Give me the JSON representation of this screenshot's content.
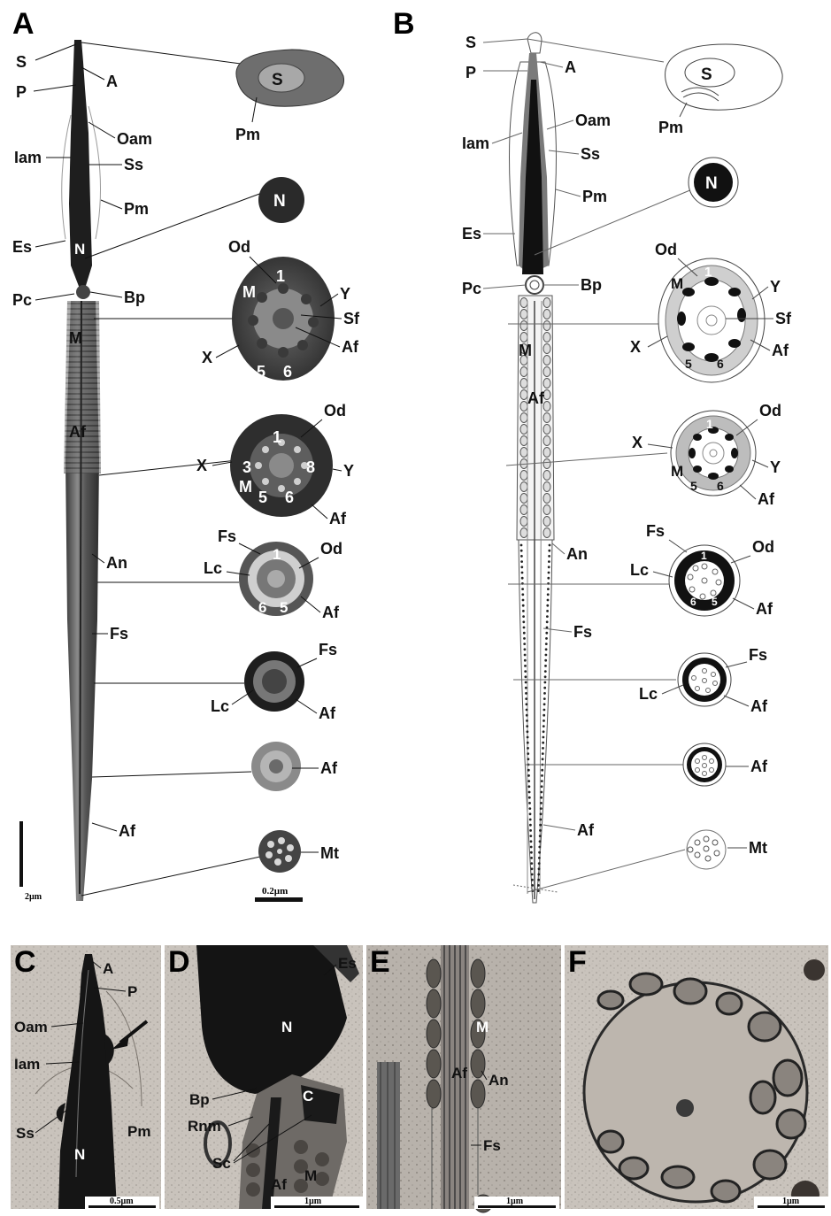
{
  "panels": {
    "A": "A",
    "B": "B",
    "C": "C",
    "D": "D",
    "E": "E",
    "F": "F"
  },
  "panel_a": {
    "labels": {
      "S": "S",
      "A": "A",
      "P": "P",
      "Oam": "Oam",
      "Iam": "Iam",
      "Ss": "Ss",
      "Pm": "Pm",
      "Es": "Es",
      "N": "N",
      "Pc": "Pc",
      "Bp": "Bp",
      "M": "M",
      "Af": "Af",
      "An": "An",
      "Fs": "Fs"
    },
    "cross_sections": {
      "s1": {
        "S": "S",
        "Pm": "Pm"
      },
      "s2": {
        "N": "N"
      },
      "s3": {
        "Od": "Od",
        "M": "M",
        "n1": "1",
        "Y": "Y",
        "Sf": "Sf",
        "Af": "Af",
        "X": "X",
        "n5": "5",
        "n6": "6"
      },
      "s4": {
        "Od": "Od",
        "n1": "1",
        "X": "X",
        "n3": "3",
        "n8": "8",
        "Y": "Y",
        "M": "M",
        "n5": "5",
        "n6": "6",
        "Af": "Af"
      },
      "s5": {
        "Fs": "Fs",
        "n1": "1",
        "Od": "Od",
        "Lc": "Lc",
        "n6": "6",
        "n5": "5",
        "Af": "Af"
      },
      "s6": {
        "Fs": "Fs",
        "Lc": "Lc",
        "Af": "Af"
      },
      "s7": {
        "Af": "Af"
      },
      "s8": {
        "Mt": "Mt"
      }
    },
    "lower_af": "Af",
    "scale_left": "2µm",
    "scale_right": "0.2µm"
  },
  "panel_b": {
    "labels": {
      "S": "S",
      "P": "P",
      "A": "A",
      "Oam": "Oam",
      "Iam": "Iam",
      "Ss": "Ss",
      "Pm": "Pm",
      "Es": "Es",
      "Pc": "Pc",
      "Bp": "Bp",
      "M": "M",
      "Af": "Af",
      "An": "An",
      "Fs": "Fs"
    },
    "cross_sections": {
      "s1": {
        "S": "S",
        "Pm": "Pm"
      },
      "s2": {
        "N": "N"
      },
      "s3": {
        "Od": "Od",
        "M": "M",
        "n1": "1",
        "Y": "Y",
        "Sf": "Sf",
        "X": "X",
        "n5": "5",
        "n6": "6",
        "Af": "Af"
      },
      "s4": {
        "Od": "Od",
        "X": "X",
        "n1": "1",
        "Y": "Y",
        "M": "M",
        "n5": "5",
        "n6": "6",
        "Af": "Af"
      },
      "s5": {
        "Fs": "Fs",
        "Od": "Od",
        "Lc": "Lc",
        "n1": "1",
        "n6": "6",
        "n5": "5",
        "Af": "Af"
      },
      "s6": {
        "Fs": "Fs",
        "Lc": "Lc",
        "Af": "Af"
      },
      "s7": {
        "Af": "Af"
      },
      "s8": {
        "Mt": "Mt"
      }
    },
    "lower_af": "Af"
  },
  "panel_c": {
    "A": "A",
    "P": "P",
    "Oam": "Oam",
    "Iam": "Iam",
    "Ss": "Ss",
    "N": "N",
    "Pm": "Pm",
    "scale": "0.5µm"
  },
  "panel_d": {
    "Es": "Es",
    "N": "N",
    "Bp": "Bp",
    "C": "C",
    "Rnm": "Rnm",
    "Sc": "Sc",
    "Af": "Af",
    "M": "M",
    "scale": "1µm"
  },
  "panel_e": {
    "M": "M",
    "Af": "Af",
    "An": "An",
    "Fs": "Fs",
    "scale": "1µm"
  },
  "panel_f": {
    "scale": "1µm"
  }
}
